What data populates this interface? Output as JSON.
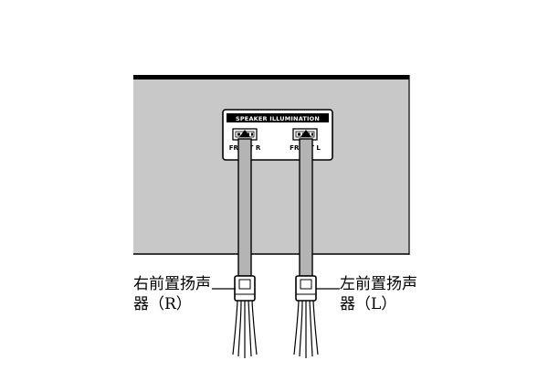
{
  "panel": {
    "title": "SPEAKER ILLUMINATION",
    "jack_right_label": "FRONT R",
    "jack_left_label": "FRONT L"
  },
  "callouts": {
    "right": {
      "line1": "右前置扬声",
      "line2": "器（R）"
    },
    "left": {
      "line1": "左前置扬声",
      "line2": "器（L）"
    }
  },
  "colors": {
    "unit_fill": "#c8c8c8",
    "unit_border": "#000000",
    "cable_fill": "#b4b4b4",
    "panel_fill": "#ffffff"
  }
}
